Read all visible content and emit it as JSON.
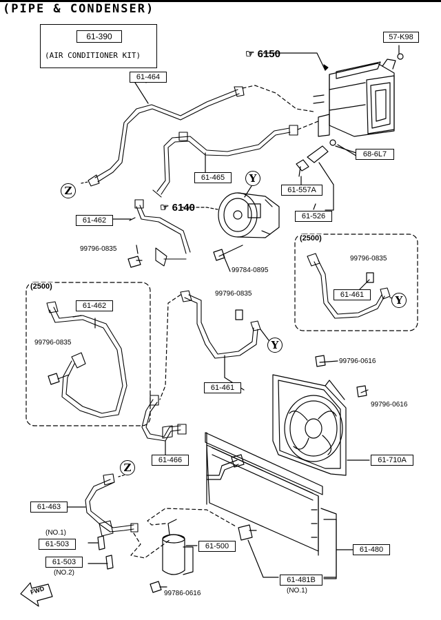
{
  "title": "(PIPE & CONDENSER)",
  "kit": {
    "number": "61-390",
    "label": "(AIR CONDITIONER KIT)"
  },
  "refs": {
    "unit": "6150",
    "compressor": "6140"
  },
  "parts": {
    "p57k98": "57-K98",
    "p61464": "61-464",
    "p68617": "68-6L7",
    "p61465": "61-465",
    "p61557a": "61-557A",
    "p61526": "61-526",
    "p61462a": "61-462",
    "p61462b": "61-462",
    "p61461a": "61-461",
    "p61461b": "61-461",
    "p61466": "61-466",
    "p61710a": "61-710A",
    "p61463": "61-463",
    "p61503a": "61-503",
    "p61503b": "61-503",
    "p61500": "61-500",
    "p61480": "61-480",
    "p61481b": "61-481B"
  },
  "bolts": {
    "b1": "99796-0835",
    "b2": "99784-0895",
    "b3": "99796-0835",
    "b4": "99796-0835",
    "b5": "99796-0835",
    "b6": "99796-0616",
    "b7": "99796-0616",
    "b8": "99786-0616"
  },
  "notes": {
    "no1a": "(NO.1)",
    "no2": "(NO.2)",
    "no1b": "(NO.1)"
  },
  "sections": {
    "left": "(2500)",
    "right": "(2500)"
  },
  "circles": {
    "z": "Z",
    "y": "Y"
  },
  "fwd": "FWD"
}
